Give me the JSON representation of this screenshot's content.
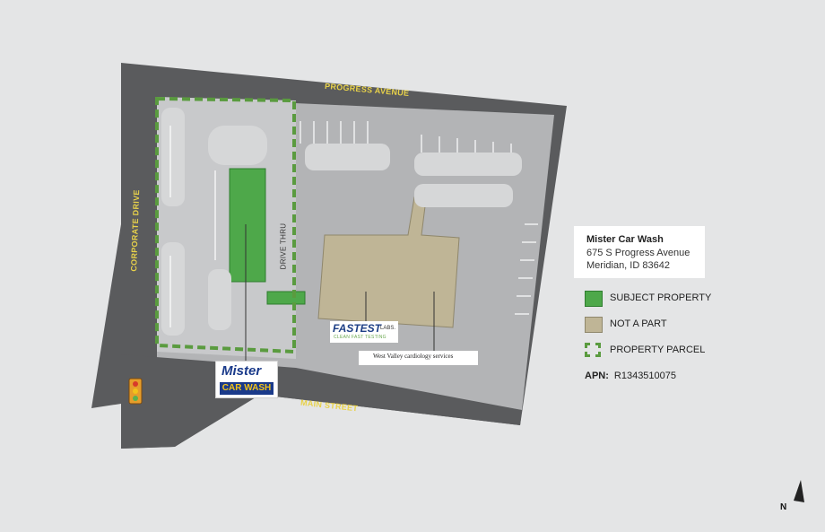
{
  "streets": {
    "progress_avenue": "PROGRESS AVENUE",
    "corporate_drive": "CORPORATE DRIVE",
    "main_street": "MAIN STREET",
    "drive_thru": "DRIVE THRU"
  },
  "info": {
    "title": "Mister Car Wash",
    "address_line1": "675 S Progress Avenue",
    "address_line2": "Meridian, ID 83642"
  },
  "legend": {
    "items": [
      {
        "label": "SUBJECT PROPERTY",
        "color": "#4ea84a"
      },
      {
        "label": "NOT A PART",
        "color": "#bfb596"
      },
      {
        "label": "PROPERTY PARCEL",
        "color": "#5a9b3f"
      }
    ],
    "apn_label": "APN:",
    "apn_value": "R1343510075"
  },
  "logos": {
    "mister_line1": "Mister",
    "mister_line2": "CAR WASH",
    "fastest_name": "FASTEST",
    "fastest_sub": "LABS.",
    "fastest_tagline": "CLEAN FAST TESTING",
    "west_valley": "West Valley cardiology services"
  },
  "compass": {
    "label": "N"
  },
  "colors": {
    "road": "#5a5b5d",
    "lot": "#b3b4b6",
    "lot_light": "#c8c9cb",
    "island": "#d6d7d8",
    "subject": "#4ea84a",
    "not_a_part": "#bfb596",
    "parcel_dash": "#5a9b3f",
    "street_text": "#e8d24a"
  }
}
